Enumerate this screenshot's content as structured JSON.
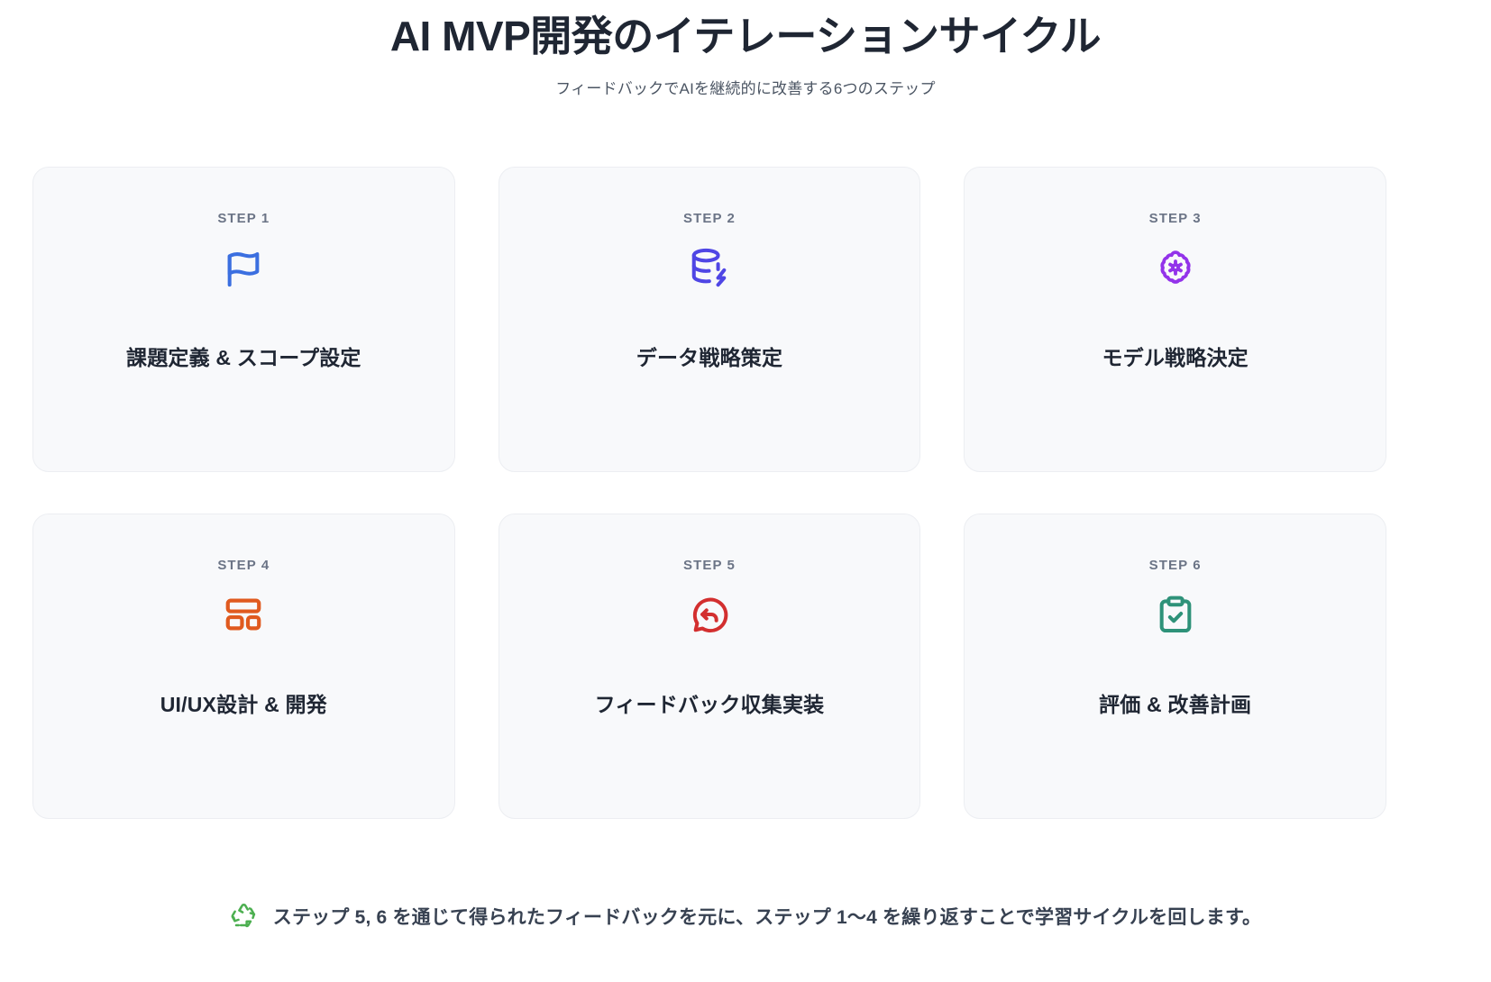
{
  "header": {
    "title": "AI MVP開発のイテレーションサイクル",
    "subtitle": "フィードバックでAIを継続的に改善する6つのステップ"
  },
  "steps": [
    {
      "label": "STEP 1",
      "title": "課題定義 & スコープ設定",
      "icon": "flag-icon",
      "color": "#3b6fe0"
    },
    {
      "label": "STEP 2",
      "title": "データ戦略策定",
      "icon": "database-zap-icon",
      "color": "#4f46e5"
    },
    {
      "label": "STEP 3",
      "title": "モデル戦略決定",
      "icon": "brain-cog-icon",
      "color": "#9333ea"
    },
    {
      "label": "STEP 4",
      "title": "UI/UX設計 & 開発",
      "icon": "layout-template-icon",
      "color": "#e05a1f"
    },
    {
      "label": "STEP 5",
      "title": "フィードバック収集実装",
      "icon": "message-reply-icon",
      "color": "#d32f2f"
    },
    {
      "label": "STEP 6",
      "title": "評価 & 改善計画",
      "icon": "clipboard-check-icon",
      "color": "#2e9279"
    }
  ],
  "footer": {
    "icon": "recycle-icon",
    "icon_color": "#4caf50",
    "text": "ステップ 5, 6 を通じて得られたフィードバックを元に、ステップ 1〜4 を繰り返すことで学習サイクルを回します。"
  },
  "theme": {
    "background": "#ffffff",
    "card_background": "#f8f9fb",
    "card_border": "#eceef2",
    "title_color": "#1f2633",
    "subtitle_color": "#4b5563",
    "step_label_color": "#6b7486"
  }
}
